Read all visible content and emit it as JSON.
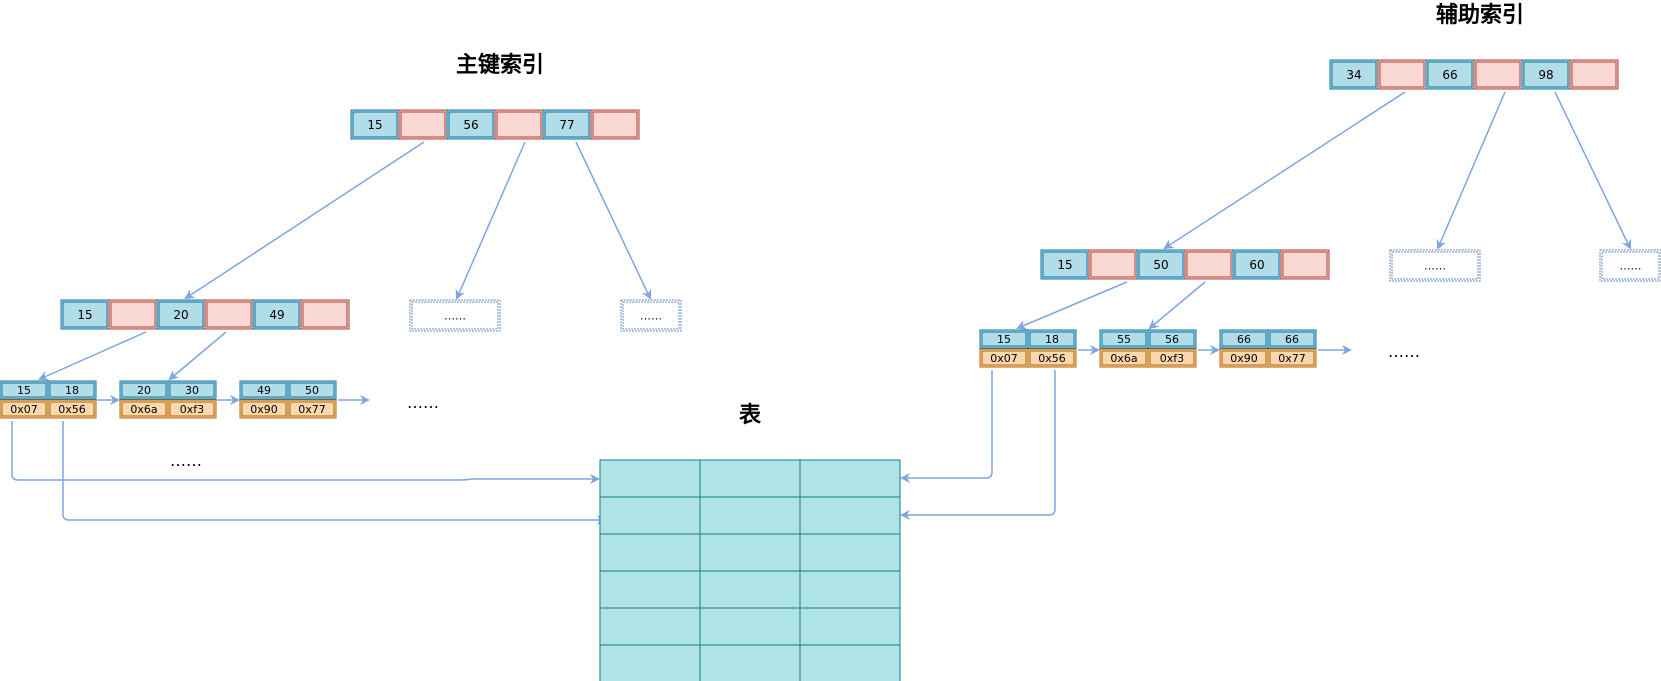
{
  "primary": {
    "title": "主键索引",
    "root": [
      "15",
      "56",
      "77"
    ],
    "level2": [
      "15",
      "20",
      "49"
    ],
    "leaves": [
      {
        "keys": [
          "15",
          "18"
        ],
        "addrs": [
          "0x07",
          "0x56"
        ]
      },
      {
        "keys": [
          "20",
          "30"
        ],
        "addrs": [
          "0x6a",
          "0xf3"
        ]
      },
      {
        "keys": [
          "49",
          "50"
        ],
        "addrs": [
          "0x90",
          "0x77"
        ]
      }
    ],
    "placeholder": "……",
    "leaf_more": "……",
    "below_more": "……"
  },
  "secondary": {
    "title": "辅助索引",
    "root": [
      "34",
      "66",
      "98"
    ],
    "level2": [
      "15",
      "50",
      "60"
    ],
    "leaves": [
      {
        "keys": [
          "15",
          "18"
        ],
        "addrs": [
          "0x07",
          "0x56"
        ]
      },
      {
        "keys": [
          "55",
          "56"
        ],
        "addrs": [
          "0x6a",
          "0xf3"
        ]
      },
      {
        "keys": [
          "66",
          "66"
        ],
        "addrs": [
          "0x90",
          "0x77"
        ]
      }
    ],
    "placeholder": "……",
    "leaf_more": "……"
  },
  "table": {
    "title": "表",
    "rows": 6,
    "cols": 3
  },
  "colors": {
    "key_fill": "#b1dde8",
    "key_stroke": "#10739e",
    "pointer_fill": "#fad9d5",
    "pointer_stroke": "#ae4132",
    "addr_fill": "#fad7ac",
    "addr_stroke": "#b46504",
    "placeholder_stroke": "#6c8ebf",
    "arrow": "#7ea6e0",
    "table_fill": "#b0e3e6",
    "table_stroke": "#0e8088"
  }
}
